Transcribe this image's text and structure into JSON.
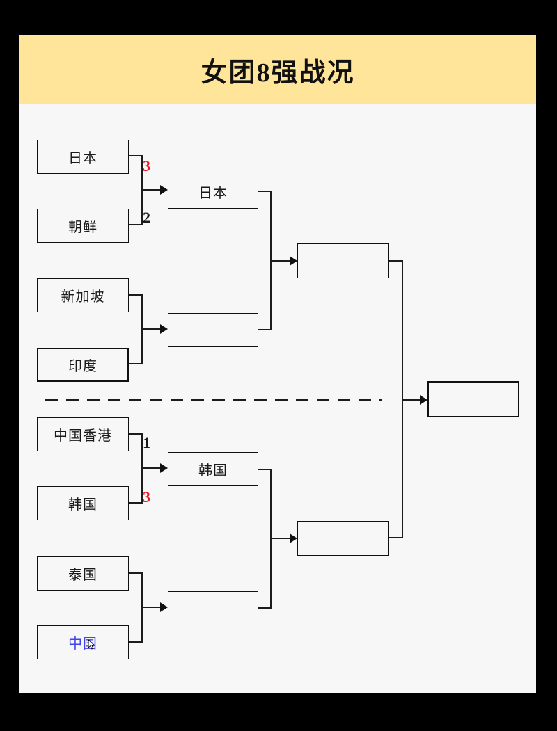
{
  "header": {
    "title": "女团8强战况"
  },
  "bracket": {
    "round1": [
      {
        "team": "日本",
        "score": "3",
        "result": "win"
      },
      {
        "team": "朝鲜",
        "score": "2",
        "result": "loss"
      },
      {
        "team": "新加坡",
        "score": "",
        "result": ""
      },
      {
        "team": "印度",
        "score": "",
        "result": ""
      },
      {
        "team": "中国香港",
        "score": "1",
        "result": "loss"
      },
      {
        "team": "韩国",
        "score": "3",
        "result": "win"
      },
      {
        "team": "泰国",
        "score": "",
        "result": ""
      },
      {
        "team": "中国",
        "score": "",
        "result": ""
      }
    ],
    "round2": [
      {
        "team": "日本"
      },
      {
        "team": ""
      },
      {
        "team": "韩国"
      },
      {
        "team": ""
      }
    ],
    "round3": [
      {
        "team": ""
      },
      {
        "team": ""
      }
    ],
    "final": {
      "team": ""
    }
  },
  "colors": {
    "frame_bg": "#000000",
    "header_bg": "#FFE599",
    "content_bg": "#F7F7F7",
    "box_border": "#111111",
    "win_score": "#EE1822",
    "loss_score": "#1A1A1A",
    "china_highlight": "#4343EC"
  }
}
